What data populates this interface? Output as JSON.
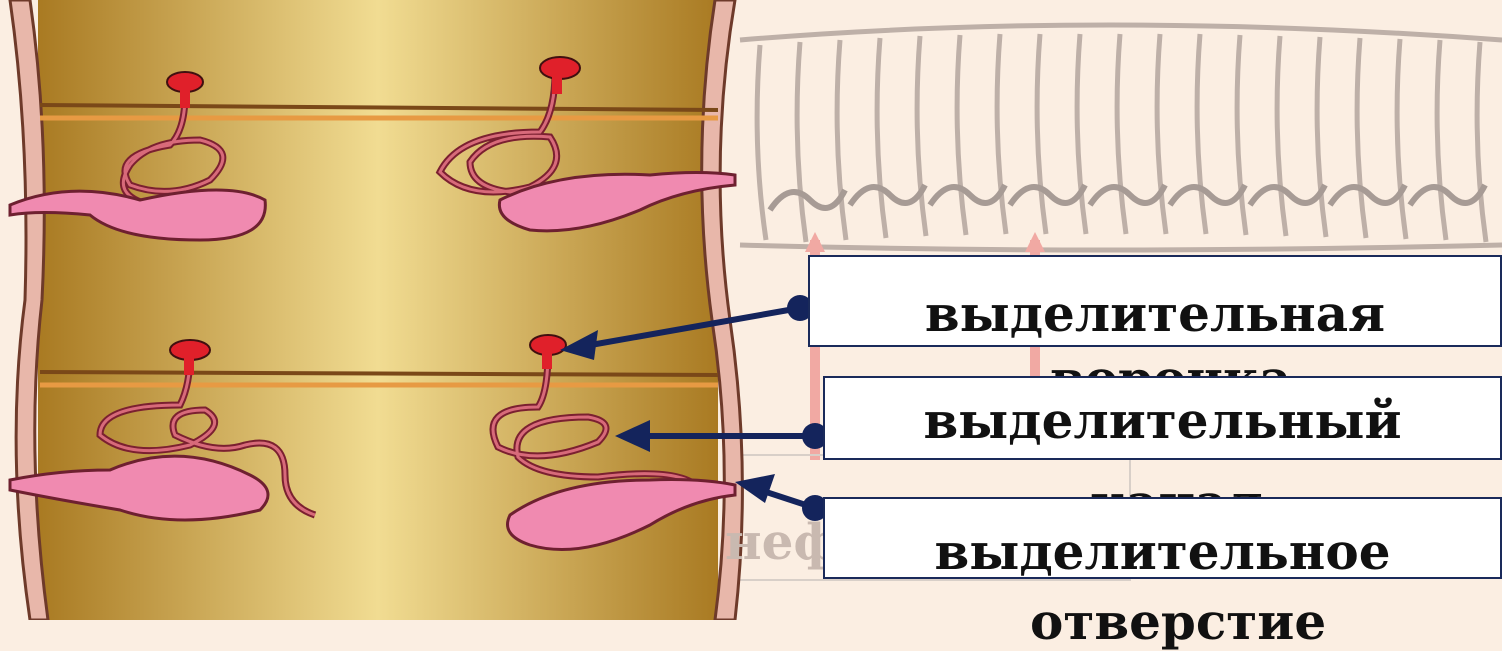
{
  "labels": {
    "funnel": {
      "line1": "выделительная",
      "line2": "воронка"
    },
    "canal": {
      "line1": "выделительный",
      "line2": "канал"
    },
    "pore": {
      "line1": "выделительное",
      "line2": "отверстие"
    }
  },
  "background_text": "нефр",
  "colors": {
    "background": "#fbeee2",
    "body_cavity": "#d9b45a",
    "funnel": "#e0202a",
    "tubule": "#b04a4a",
    "bladder": "#f08ab0",
    "pointer": "#14245c",
    "box_border": "#1a2a5a"
  }
}
